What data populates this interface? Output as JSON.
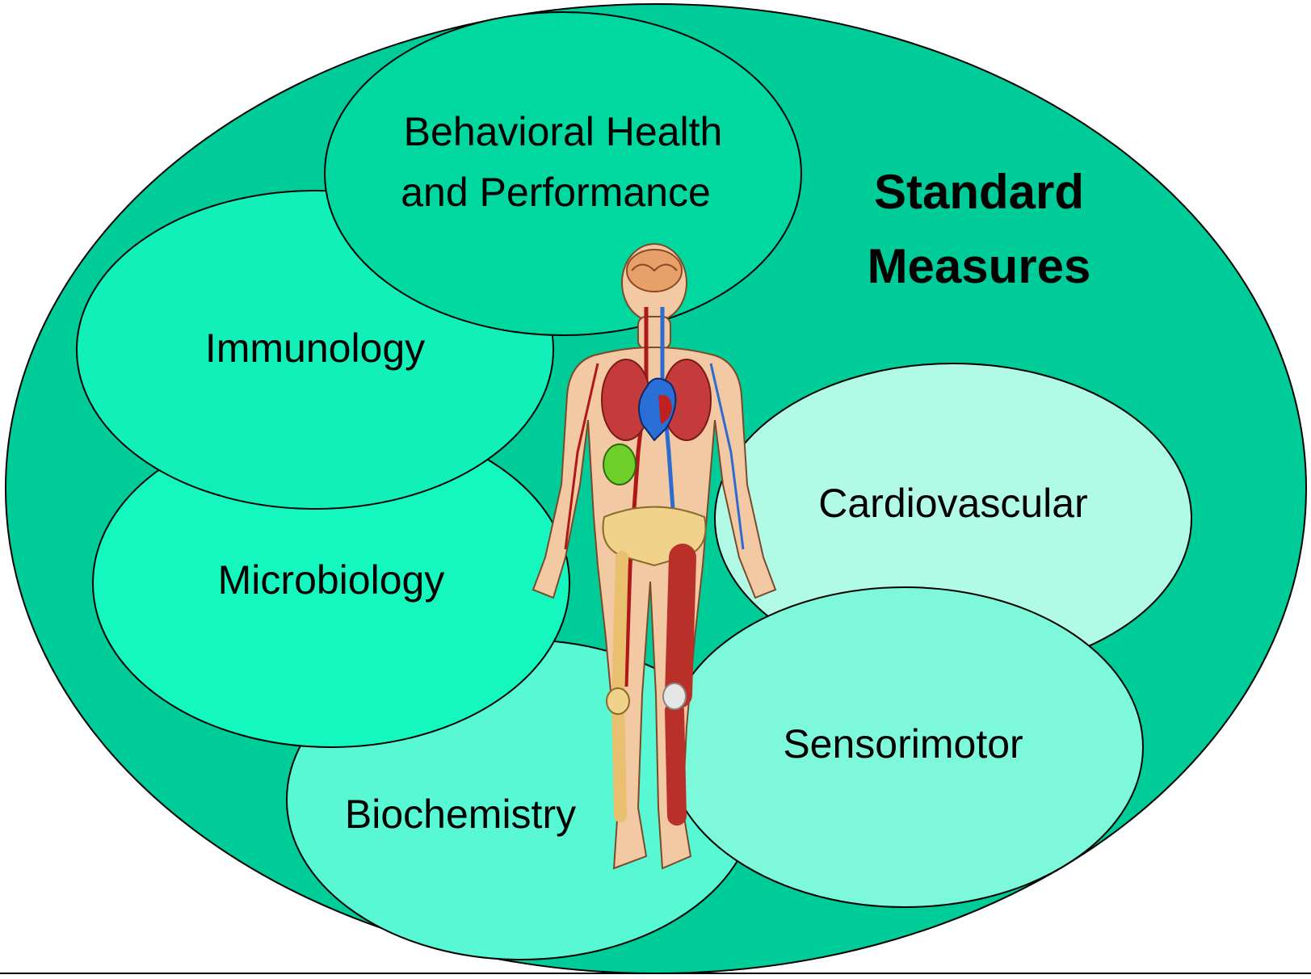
{
  "diagram": {
    "title_lines": [
      "Standard",
      "Measures"
    ],
    "domains": {
      "behavioral": [
        "Behavioral Health",
        "and Performance"
      ],
      "immunology": "Immunology",
      "microbiology": "Microbiology",
      "biochemistry": "Biochemistry",
      "cardiovascular": "Cardiovascular",
      "sensorimotor": "Sensorimotor"
    },
    "center_figure": "human-anatomy-figure"
  },
  "colors": {
    "outer_fill": "#00CC99",
    "behavioral_fill": "#00D8A0",
    "immunology_fill": "#12F0BA",
    "microbiology_fill": "#14F8C0",
    "biochemistry_fill": "#58F8D4",
    "cardiovascular_fill": "#B0FAE6",
    "sensorimotor_fill": "#7EF8DA",
    "outline": "#000000"
  }
}
